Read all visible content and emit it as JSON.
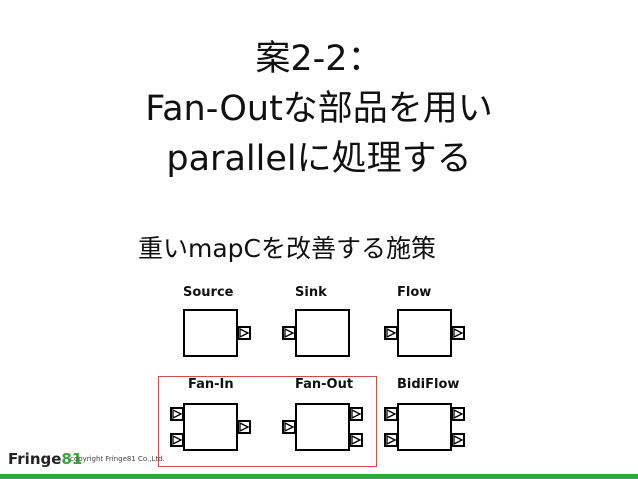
{
  "slide": {
    "title_line1": "案2-2：",
    "title_line2": "Fan-Outな部品を用い",
    "title_line3": "parallelに処理する",
    "subtitle": "重いmapCを改善する施策"
  },
  "diagram": {
    "stages": [
      {
        "id": "source",
        "label": "Source",
        "inputs": 0,
        "outputs": 1
      },
      {
        "id": "sink",
        "label": "Sink",
        "inputs": 1,
        "outputs": 0
      },
      {
        "id": "flow",
        "label": "Flow",
        "inputs": 1,
        "outputs": 1
      },
      {
        "id": "fan-in",
        "label": "Fan-In",
        "inputs": 2,
        "outputs": 1
      },
      {
        "id": "fan-out",
        "label": "Fan-Out",
        "inputs": 1,
        "outputs": 2
      },
      {
        "id": "bidiflow",
        "label": "BidiFlow",
        "inputs": 2,
        "outputs": 2
      }
    ],
    "highlight_color": "#c9504d"
  },
  "footer": {
    "logo_text": "Fringe",
    "logo_number": "81",
    "copyright": "copyright Fringe81 Co.,Ltd.",
    "accent_color": "#3aa43a"
  }
}
